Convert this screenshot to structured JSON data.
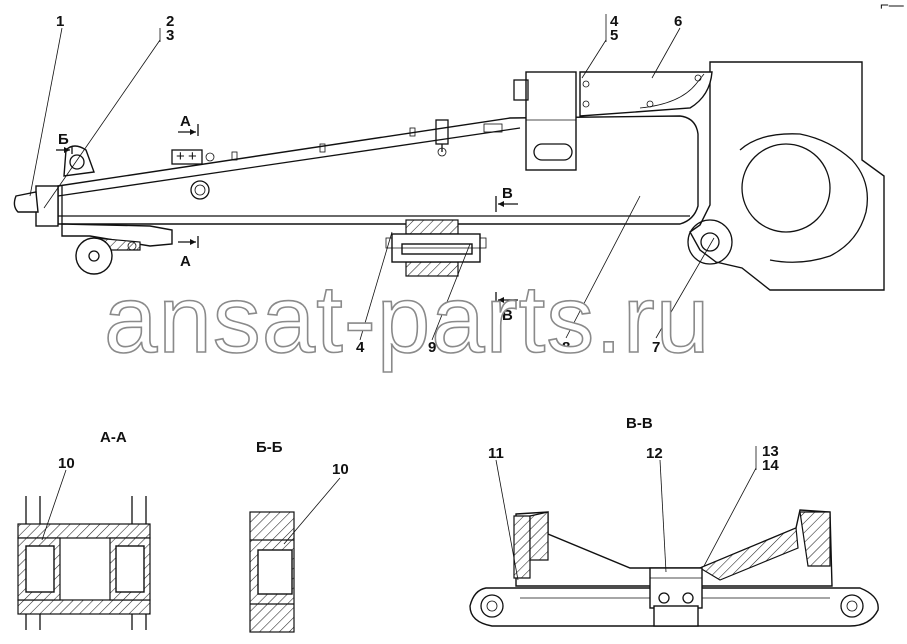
{
  "callouts": {
    "c1": "1",
    "c2": "2",
    "c3": "3",
    "c4": "4",
    "c5": "5",
    "c6": "6",
    "c7": "7",
    "c8": "8",
    "c9": "9",
    "c4b": "4",
    "c10a": "10",
    "c10b": "10",
    "c11": "11",
    "c12": "12",
    "c13": "13",
    "c14": "14"
  },
  "section_marks": {
    "a_top": "A",
    "a_bottom": "A",
    "b_left": "Б",
    "v_mid": "В",
    "v_low": "В"
  },
  "section_titles": {
    "aa": "А-А",
    "bb": "Б-Б",
    "vv": "В-В"
  },
  "watermark": "ansat-parts.ru",
  "corner_mark": "⌐—"
}
